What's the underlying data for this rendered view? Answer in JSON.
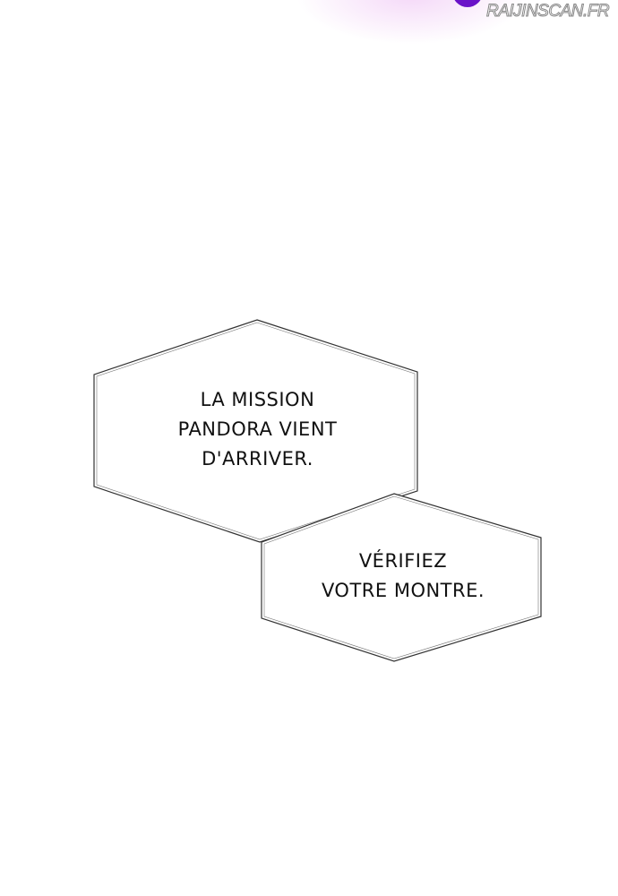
{
  "watermark": "RAIJINSCAN.FR",
  "bubbles": [
    {
      "lines": [
        "LA MISSION",
        "PANDORA VIENT",
        "D'ARRIVER."
      ]
    },
    {
      "lines": [
        "VÉRIFIEZ",
        "VOTRE MONTRE."
      ]
    }
  ]
}
